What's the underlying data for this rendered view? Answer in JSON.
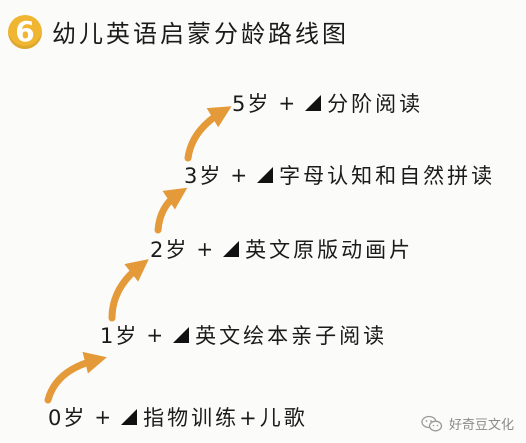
{
  "title": {
    "badge_number": "6",
    "text": "幼儿英语启蒙分龄路线图"
  },
  "steps": [
    {
      "age": "0岁",
      "plus": "+",
      "icon": "triangle-marker-icon",
      "label": "指物训练+儿歌"
    },
    {
      "age": "1岁",
      "plus": "+",
      "icon": "triangle-marker-icon",
      "label": "英文绘本亲子阅读"
    },
    {
      "age": "2岁",
      "plus": "+",
      "icon": "triangle-marker-icon",
      "label": "英文原版动画片"
    },
    {
      "age": "3岁",
      "plus": "+",
      "icon": "triangle-marker-icon",
      "label": "字母认知和自然拼读"
    },
    {
      "age": "5岁",
      "plus": "+",
      "icon": "triangle-marker-icon",
      "label": "分阶阅读"
    }
  ],
  "watermark": {
    "icon": "wechat-logo-icon",
    "text": "好奇豆文化"
  },
  "colors": {
    "arrow": "#e59a3a",
    "badge": "#f0b531",
    "text": "#1b1b1b",
    "background": "#fbfbf9"
  }
}
